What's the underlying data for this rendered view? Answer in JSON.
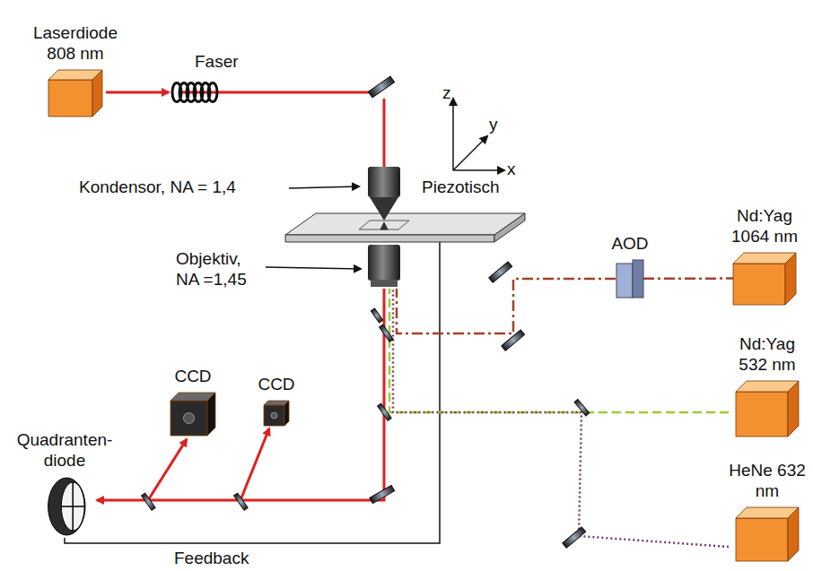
{
  "diagram": {
    "nodes": [
      {
        "text": [
          "Laserdiode 808 nm"
        ]
      },
      {
        "text": [
          "AOD"
        ]
      },
      {
        "text": [
          "Nd:Yag 1064 nm"
        ]
      },
      {
        "text": [
          "Nd:Yag 532 nm"
        ]
      },
      {
        "text": [
          "HeNe 632 nm"
        ]
      },
      {
        "text": [
          "CCD"
        ]
      },
      {
        "text": [
          "CCD"
        ]
      },
      {
        "text": [
          "Quadranten- diode"
        ]
      }
    ],
    "edges": [
      {
        "from": 1,
        "to": 2,
        "arrow": "none"
      }
    ],
    "labels": [
      "Faser",
      "Kondensor, NA = 1,4",
      "Piezotisch",
      "Objektiv, NA =1,45",
      "z",
      "y",
      "x",
      "Feedback"
    ]
  }
}
